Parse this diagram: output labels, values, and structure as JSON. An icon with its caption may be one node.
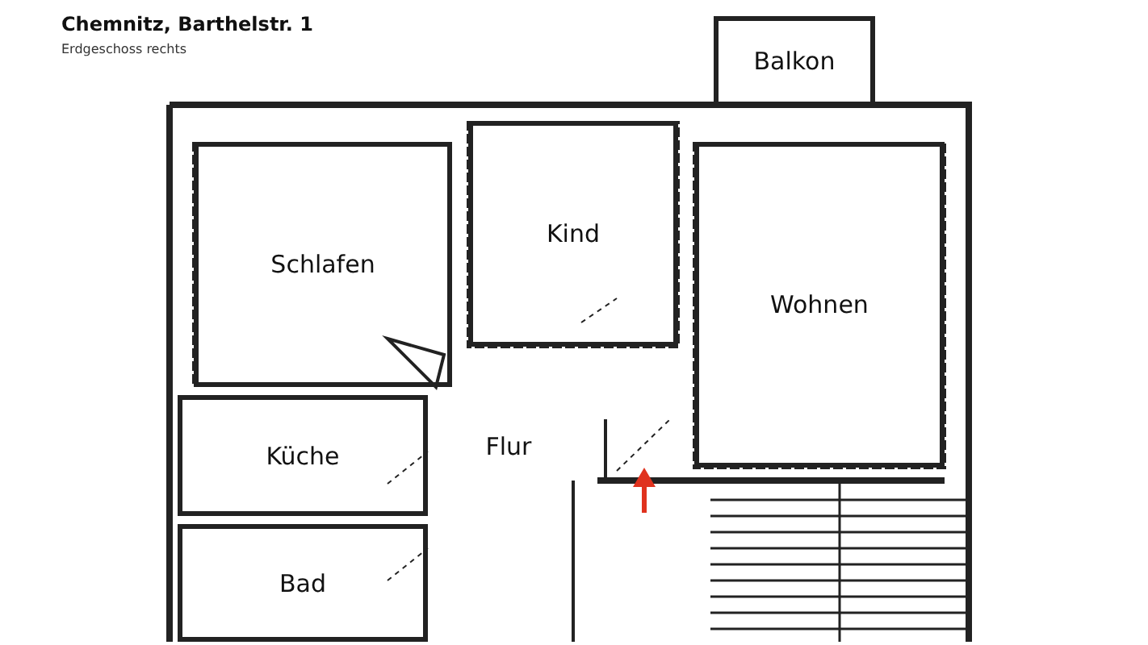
{
  "diagram": {
    "title": "Chemnitz, Barthelstr. 1",
    "nodes": [
      {
        "text": [
          "Balkon"
        ]
      },
      {
        "text": [
          "Kind"
        ]
      },
      {
        "text": [
          "Schlafen"
        ]
      },
      {
        "text": [
          "Wohnen"
        ]
      },
      {
        "text": [
          "Küche"
        ]
      },
      {
        "text": [
          "Flur"
        ]
      },
      {
        "text": [
          "Bad"
        ]
      }
    ],
    "labels": [
      "Erdgeschoss rechts"
    ]
  }
}
